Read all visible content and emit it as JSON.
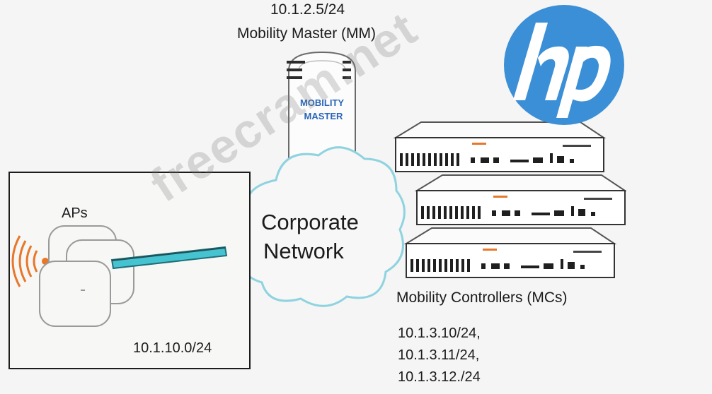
{
  "mobility_master": {
    "ip": "10.1.2.5/24",
    "title": "Mobility Master (MM)",
    "device_text_line1": "MOBILITY",
    "device_text_line2": "MASTER"
  },
  "cloud": {
    "line1": "Corporate",
    "line2": "Network"
  },
  "access_points": {
    "label": "APs",
    "subnet": "10.1.10.0/24"
  },
  "mobility_controllers": {
    "title": "Mobility Controllers (MCs)",
    "ips": [
      "10.1.3.10/24,",
      "10.1.3.11/24,",
      "10.1.3.12./24"
    ]
  },
  "logo": {
    "text": "hp",
    "color": "#3b8fd6"
  },
  "watermark": "freecram.net",
  "colors": {
    "device_blue": "#2a66b8",
    "cable_cyan": "#45c3d0",
    "orange": "#e8772a"
  }
}
